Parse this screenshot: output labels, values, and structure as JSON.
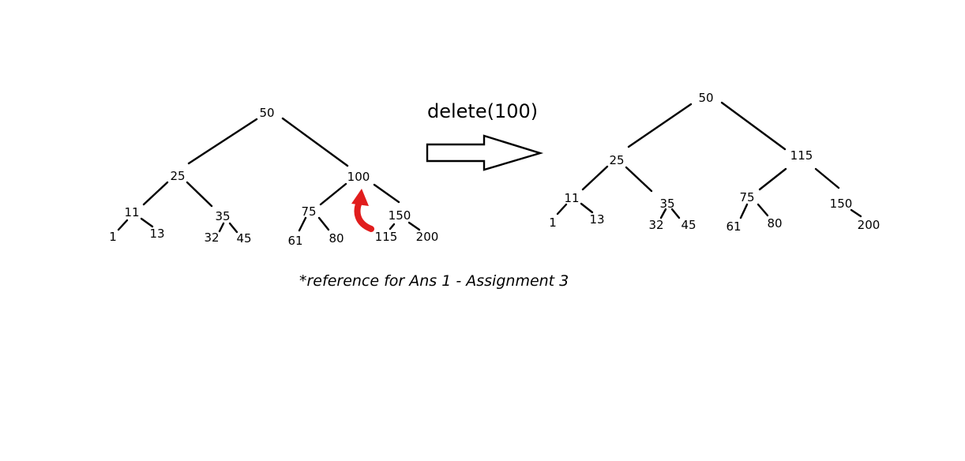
{
  "operation": {
    "label": "delete(100)"
  },
  "caption": "*reference for Ans 1 - Assignment 3",
  "colors": {
    "background": "#ffffff",
    "edge": "#000000",
    "marker": "#e11d1d"
  },
  "before_tree": {
    "nodes": {
      "n50": "50",
      "n25": "25",
      "n100": "100",
      "n11": "11",
      "n35": "35",
      "n75": "75",
      "n150": "150",
      "n1": "1",
      "n13": "13",
      "n32": "32",
      "n45": "45",
      "n61": "61",
      "n80": "80",
      "n115": "115",
      "n200": "200"
    }
  },
  "after_tree": {
    "nodes": {
      "n50": "50",
      "n25": "25",
      "n115": "115",
      "n11": "11",
      "n35": "35",
      "n75": "75",
      "n150": "150",
      "n1": "1",
      "n13": "13",
      "n32": "32",
      "n45": "45",
      "n61": "61",
      "n80": "80",
      "n200": "200"
    }
  },
  "icons": {
    "transition_arrow": "right-arrow-icon",
    "replacement_marker": "curved-arrow-icon"
  }
}
